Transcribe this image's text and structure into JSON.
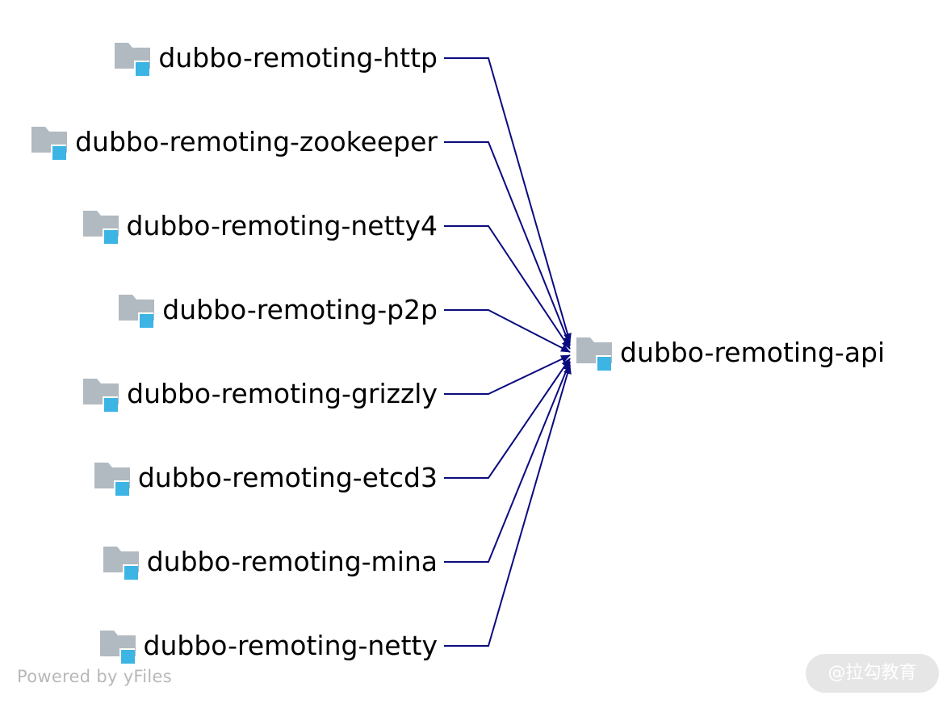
{
  "diagram": {
    "target": {
      "label": "dubbo-remoting-api",
      "icon": "module-folder-icon"
    },
    "sources": [
      {
        "label": "dubbo-remoting-http",
        "icon": "module-folder-icon"
      },
      {
        "label": "dubbo-remoting-zookeeper",
        "icon": "module-folder-icon"
      },
      {
        "label": "dubbo-remoting-netty4",
        "icon": "module-folder-icon"
      },
      {
        "label": "dubbo-remoting-p2p",
        "icon": "module-folder-icon"
      },
      {
        "label": "dubbo-remoting-grizzly",
        "icon": "module-folder-icon"
      },
      {
        "label": "dubbo-remoting-etcd3",
        "icon": "module-folder-icon"
      },
      {
        "label": "dubbo-remoting-mina",
        "icon": "module-folder-icon"
      },
      {
        "label": "dubbo-remoting-netty",
        "icon": "module-folder-icon"
      }
    ],
    "edge_color": "#0b0b80",
    "folder_color": "#b1b9c1",
    "badge_color": "#3cb4e4"
  },
  "footer": {
    "credit": "Powered by yFiles",
    "watermark": "@拉勾教育"
  }
}
